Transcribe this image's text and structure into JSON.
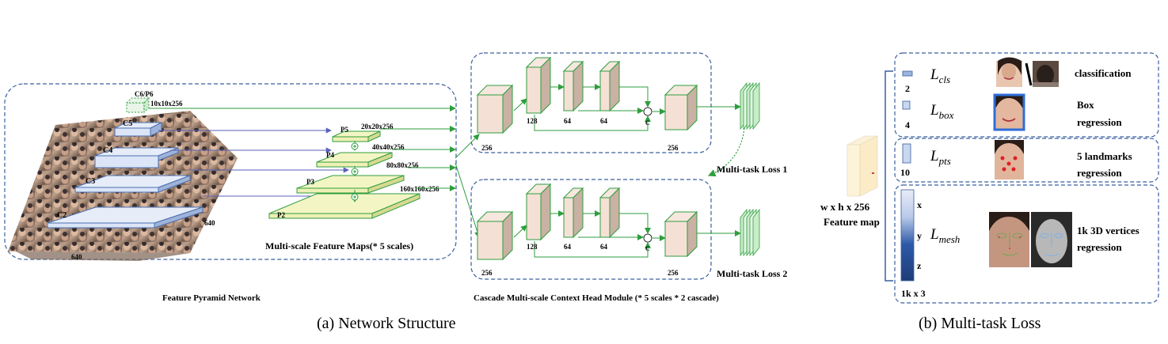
{
  "pyramid": {
    "levels": [
      "C2",
      "C3",
      "C4",
      "C5",
      "C6/P6"
    ],
    "c6_size": "10x10x256",
    "width_label": "640",
    "height_label": "640",
    "title": "Feature Pyramid Network"
  },
  "feature_maps": {
    "levels": [
      "P2",
      "P3",
      "P4",
      "P5"
    ],
    "sizes": [
      "160x160x256",
      "80x80x256",
      "40x40x256",
      "20x20x256"
    ],
    "title": "Multi-scale Feature Maps(* 5 scales)"
  },
  "head": {
    "ch_256": "256",
    "ch_128": "128",
    "ch_64": "64",
    "concat": "C",
    "loss1": "Multi-task Loss 1",
    "loss2": "Multi-task Loss 2",
    "title": "Cascade Multi-scale Context Head Module (* 5 scales * 2 cascade)"
  },
  "feature_map": {
    "size": "w x h x 256",
    "label": "Feature map"
  },
  "losses": {
    "cls": {
      "sym": "L",
      "sub": "cls",
      "dim": "2",
      "desc": "classification"
    },
    "box": {
      "sym": "L",
      "sub": "box",
      "dim": "4",
      "desc_1": "Box",
      "desc_2": "regression"
    },
    "pts": {
      "sym": "L",
      "sub": "pts",
      "dim": "10",
      "desc_1": "5 landmarks",
      "desc_2": "regression"
    },
    "mesh": {
      "sym": "L",
      "sub": "mesh",
      "dim": "1k x 3",
      "x": "x",
      "y": "y",
      "z": "z",
      "desc_1": "1k 3D vertices",
      "desc_2": "regression"
    }
  },
  "captions": {
    "a": "(a)  Network Structure",
    "b": "(b)  Multi-task Loss"
  },
  "colors": {
    "green": "#2e9e3e",
    "blue_dash": "#3a5f9e",
    "pyramid_fill": "#dbe5f7",
    "fm_fill": "#f4f5c4",
    "cube_front": "#f5e0d6",
    "cube_side": "#c9b1a3"
  }
}
